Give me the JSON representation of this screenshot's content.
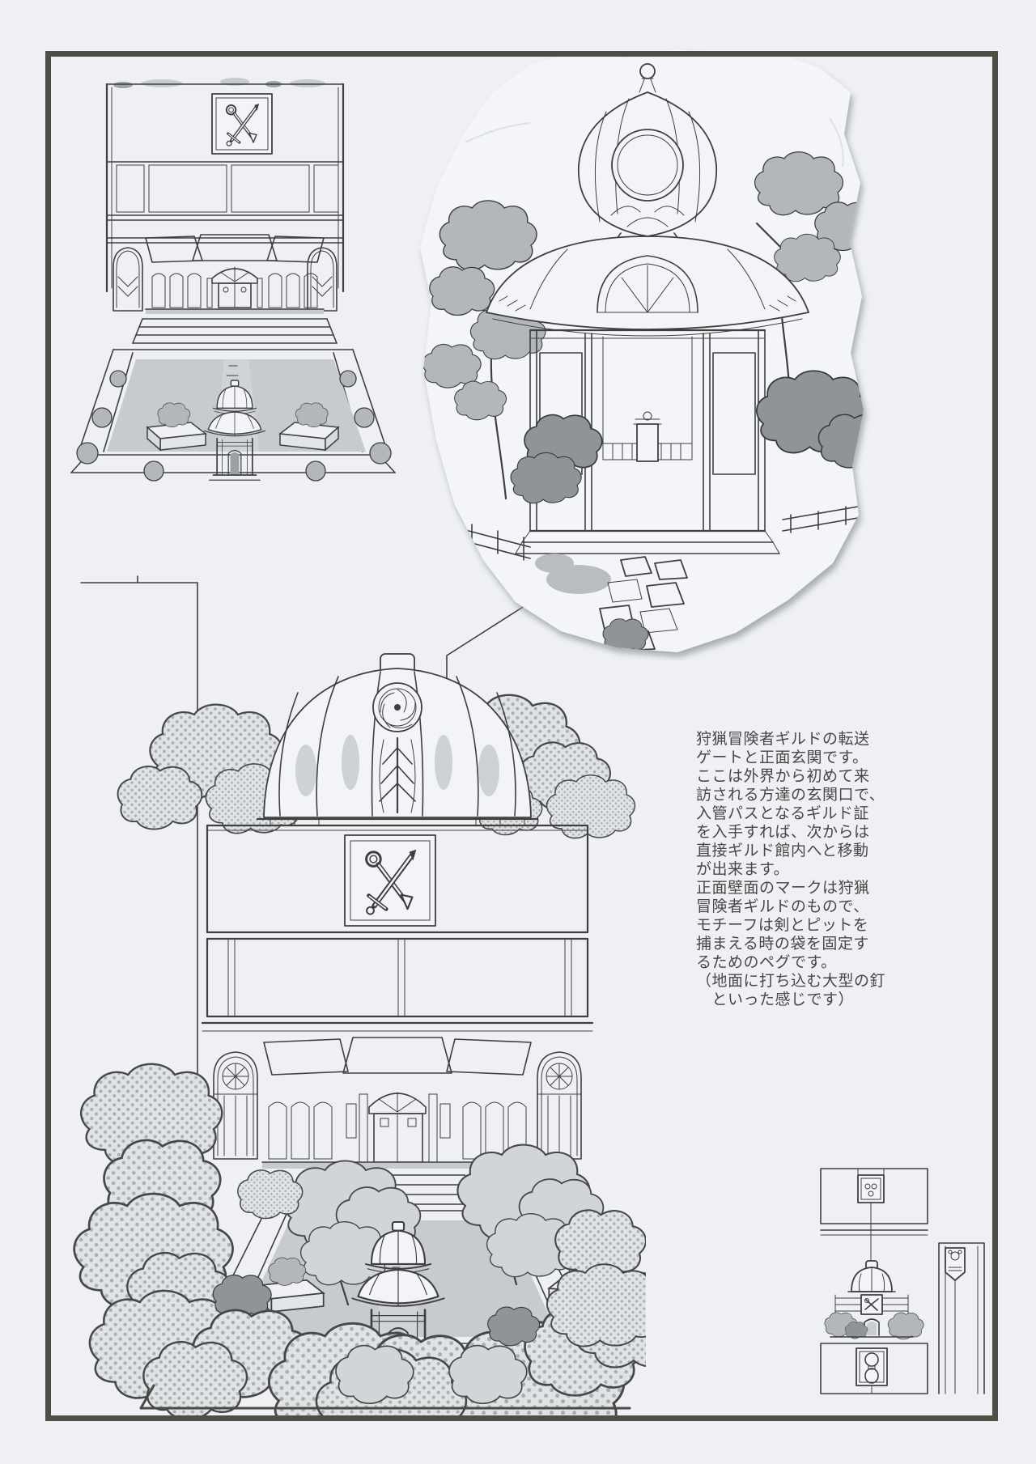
{
  "page": {
    "background_color": "#eef0f3",
    "frame_color": "#4e4e46",
    "ink_color": "#3f3f3f",
    "tone_light": "#c7cbce",
    "tone_dark": "#8f9497"
  },
  "description": {
    "lines": [
      "狩猟冒険者ギルドの転送",
      "ゲートと正面玄関です。",
      "ここは外界から初めて来",
      "訪される方達の玄関口で、",
      "入管パスとなるギルド証",
      "を入手すれば、次からは",
      "直接ギルド館内へと移動",
      "が出来ます。",
      "正面壁面のマークは狩猟",
      "冒険者ギルドのもので、",
      "モチーフは剣とピットを",
      "捕まえる時の袋を固定す",
      "るためのペグです。",
      "（地面に打ち込む大型の釘",
      "　といった感じです）"
    ]
  },
  "illustrations": {
    "top_left": {
      "icon": "guild-entrance-courtyard-sketch",
      "emblem_icon": "crossed-sword-and-peg"
    },
    "top_right": {
      "icon": "transfer-gate-gazebo-sketch"
    },
    "bottom_left": {
      "icon": "guild-front-dome-garden-sketch",
      "emblem_icon": "crossed-sword-and-peg"
    },
    "bottom_right": {
      "icon": "wall-banner-detail-sketch"
    }
  }
}
